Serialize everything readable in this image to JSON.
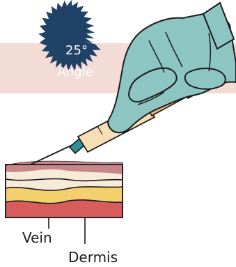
{
  "badge": {
    "line1": "25°",
    "line2": "Angle",
    "color": "#1f4266"
  },
  "labels": {
    "vein": "Vein",
    "dermis": "Dermis"
  },
  "colors": {
    "banner": "#f3dbd6",
    "glove": "#8cc5c2",
    "outline": "#1a1a1a",
    "syringe_barrel": "#f7dfb5",
    "syringe_plunger": "#e8b27a",
    "needle_hub": "#2f8f92",
    "skin_top": "#c9868a",
    "skin_cream": "#f6ead8",
    "skin_yellow": "#f4cf6d",
    "skin_bottom": "#d85c5c"
  }
}
